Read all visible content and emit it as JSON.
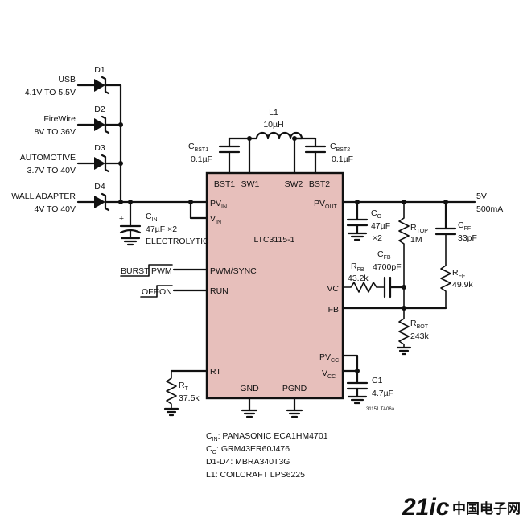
{
  "diodes": [
    {
      "ref": "D1",
      "source": "USB",
      "range": "4.1V TO 5.5V"
    },
    {
      "ref": "D2",
      "source": "FireWire",
      "range": "8V TO 36V"
    },
    {
      "ref": "D3",
      "source": "AUTOMOTIVE",
      "range": "3.7V TO 40V"
    },
    {
      "ref": "D4",
      "source": "WALL ADAPTER",
      "range": "4V TO 40V"
    }
  ],
  "inductor": {
    "ref": "L1",
    "value": "10µH"
  },
  "cbst1": {
    "ref": "C",
    "sub": "BST1",
    "value": "0.1µF"
  },
  "cbst2": {
    "ref": "C",
    "sub": "BST2",
    "value": "0.1µF"
  },
  "cin": {
    "ref": "C",
    "sub": "IN",
    "value": "47µF ×2",
    "note": "ELECTROLYTIC",
    "polarity": "+"
  },
  "co": {
    "ref": "C",
    "sub": "O",
    "value": "47µF",
    "count": "×2"
  },
  "rtop": {
    "ref": "R",
    "sub": "TOP",
    "value": "1M"
  },
  "cff": {
    "ref": "C",
    "sub": "FF",
    "value": "33pF"
  },
  "rff": {
    "ref": "R",
    "sub": "FF",
    "value": "49.9k"
  },
  "rfb": {
    "ref": "R",
    "sub": "FB",
    "value": "43.2k"
  },
  "cfb": {
    "ref": "C",
    "sub": "FB",
    "value": "4700pF"
  },
  "rbot": {
    "ref": "R",
    "sub": "BOT",
    "value": "243k"
  },
  "rt": {
    "ref": "R",
    "sub": "T",
    "value": "37.5k"
  },
  "c1": {
    "ref": "C1",
    "value": "4.7µF"
  },
  "output": {
    "voltage": "5V",
    "current": "500mA"
  },
  "ic": {
    "name": "LTC3115-1",
    "pins": {
      "bst1": "BST1",
      "sw1": "SW1",
      "sw2": "SW2",
      "bst2": "BST2",
      "pvin": "PV",
      "pvin_sub": "IN",
      "vin": "V",
      "vin_sub": "IN",
      "pvout": "PV",
      "pvout_sub": "OUT",
      "pwmsync": "PWM/SYNC",
      "run": "RUN",
      "vc": "VC",
      "fb": "FB",
      "pvcc": "PV",
      "pvcc_sub": "CC",
      "vcc": "V",
      "vcc_sub": "CC",
      "rt": "RT",
      "gnd": "GND",
      "pgnd": "PGND"
    }
  },
  "burst": {
    "left": "BURST",
    "right": "PWM"
  },
  "off_on": {
    "left": "OFF",
    "right": "ON"
  },
  "figure_id": "31151 TA06a",
  "bom": [
    {
      "ref": "C",
      "sub": "IN",
      "text": ": PANASONIC ECA1HM4701"
    },
    {
      "ref": "C",
      "sub": "O",
      "text": ": GRM43ER60J476"
    },
    {
      "ref": "D1-D4",
      "sub": "",
      "text": ": MBRA340T3G"
    },
    {
      "ref": "L1",
      "sub": "",
      "text": ": COILCRAFT LPS6225"
    }
  ],
  "watermark": {
    "main": "21ic",
    "cn": "中国电子网"
  }
}
